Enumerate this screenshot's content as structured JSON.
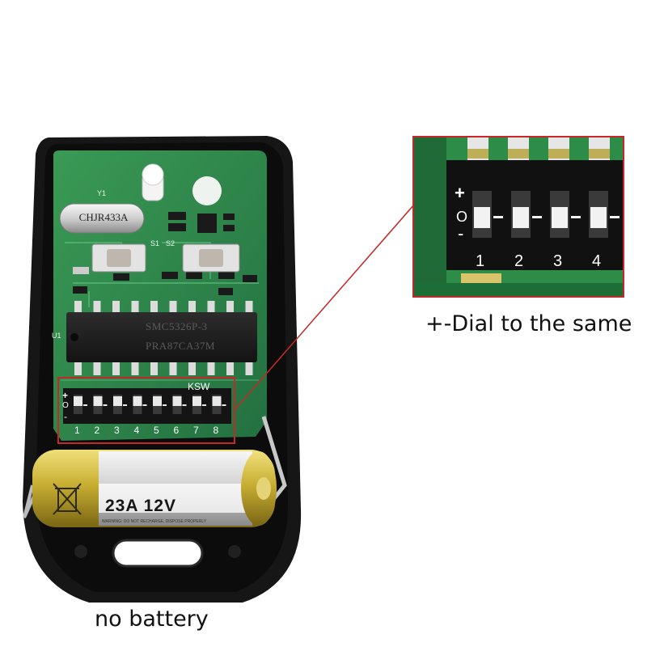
{
  "colors": {
    "background": "#ffffff",
    "shell": "#151515",
    "pcb": "#2f8a4a",
    "pcb_dark": "#1f6a36",
    "highlight_border": "#c62828",
    "battery_gold": "#c9b23a",
    "battery_silver": "#d8d8d8"
  },
  "captions": {
    "dip_switch": "+-Dial to the same",
    "battery": "no battery"
  },
  "pcb_labels": {
    "crystal": "CHJR433A",
    "crystal_ref": "Y1",
    "ic_line1": "SMC5326P-3",
    "ic_line2": "PRA87CA37M",
    "ic_ref": "U1",
    "switch_block_ref": "KSW",
    "button1_ref": "S1",
    "button2_ref": "S2"
  },
  "dip_switch": {
    "plus_label": "+",
    "zero_label": "O",
    "minus_label": "-",
    "positions": [
      "1",
      "2",
      "3",
      "4",
      "5",
      "6",
      "7",
      "8"
    ],
    "zoom_positions": [
      "1",
      "2",
      "3",
      "4"
    ]
  },
  "battery": {
    "label": "23A 12V",
    "fine_print": "WARNING: DO NOT RECHARGE, DISPOSE PROPERLY"
  }
}
